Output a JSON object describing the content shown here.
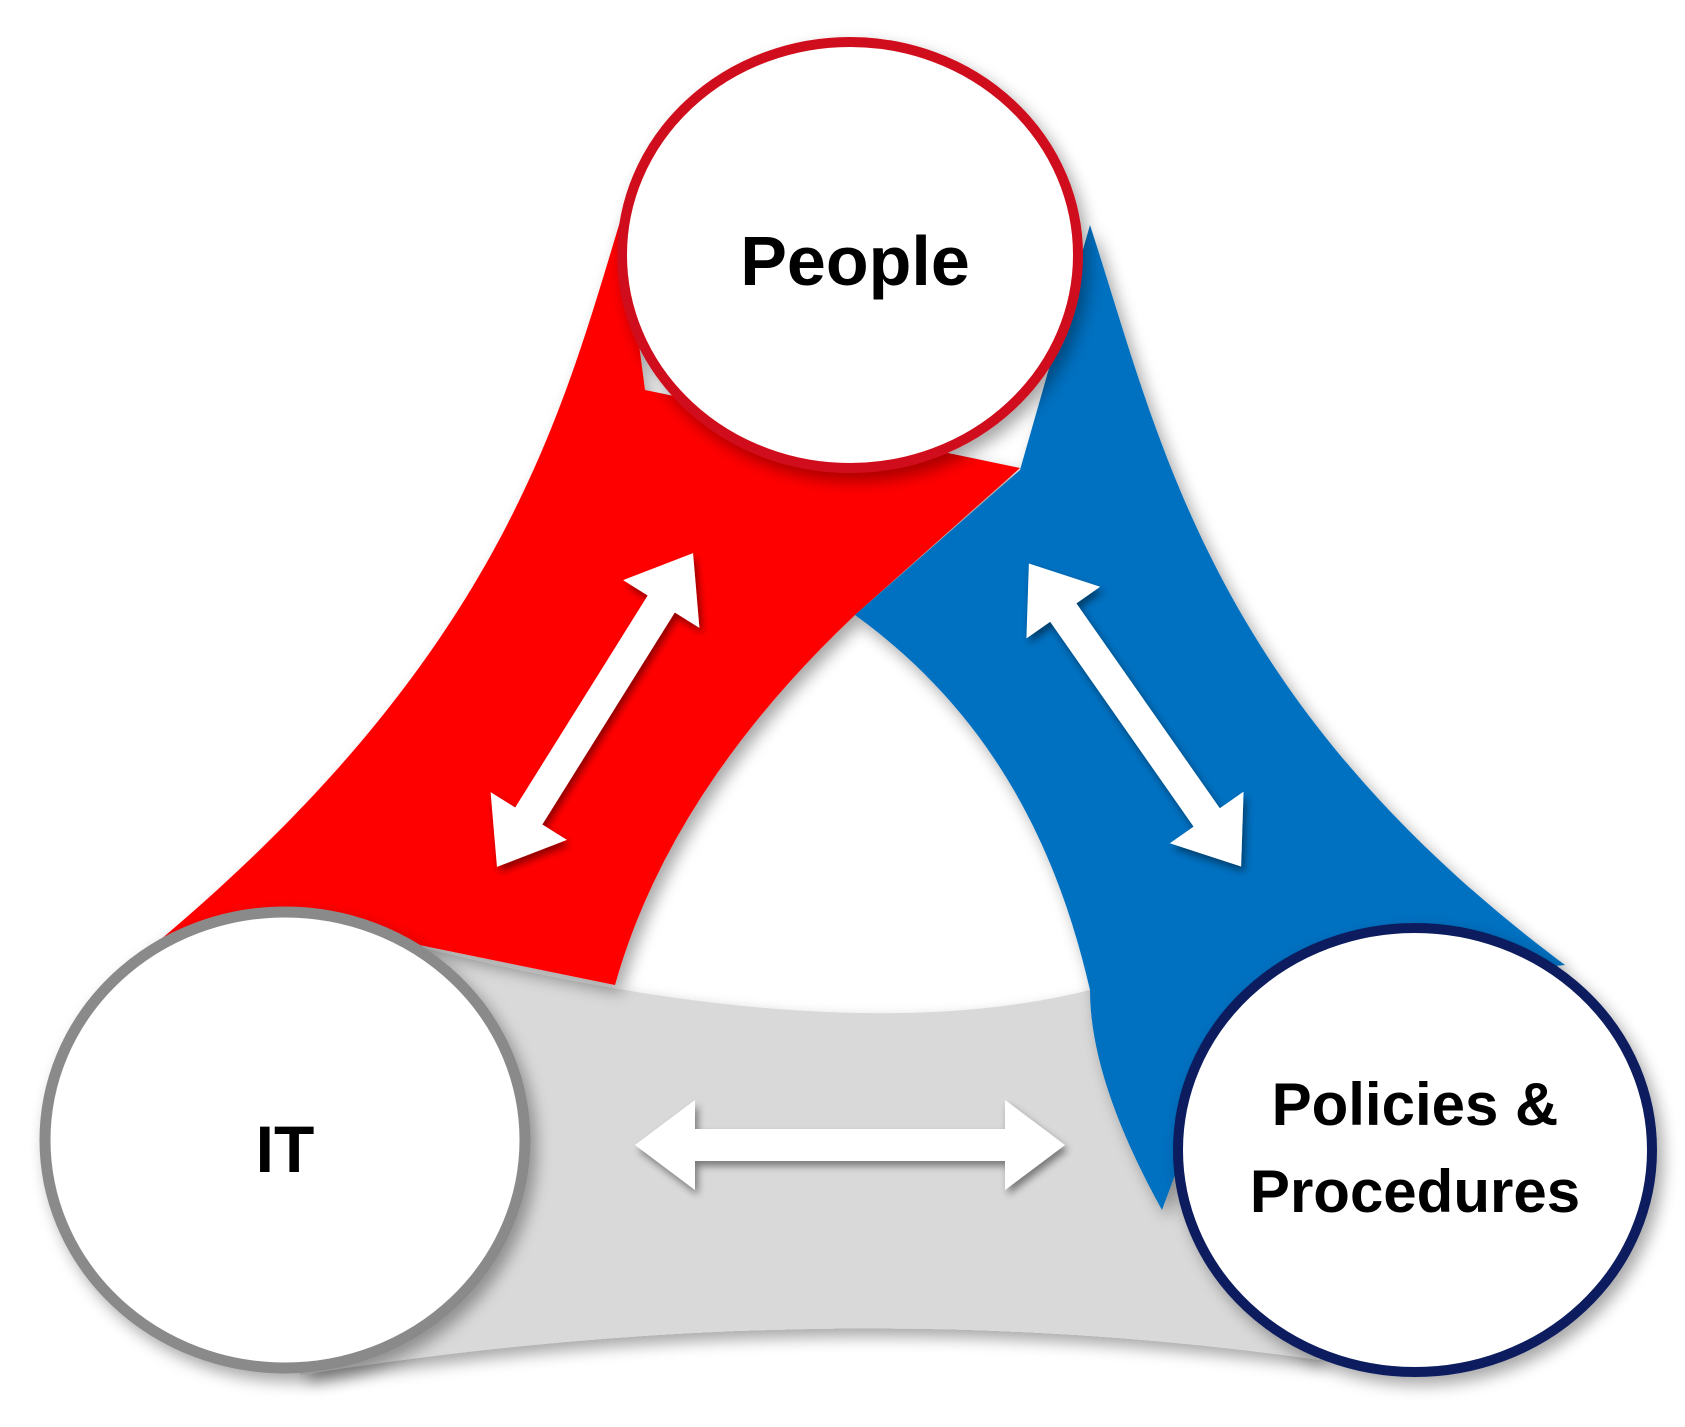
{
  "nodes": {
    "people": {
      "label": "People",
      "border_color": "#d0111b"
    },
    "it": {
      "label": "IT",
      "border_color": "#8a8a8a"
    },
    "policies": {
      "label_line1": "Policies &",
      "label_line2": "Procedures",
      "border_color": "#0b1f5e"
    }
  },
  "bands": {
    "people_it": {
      "color": "#ff0000"
    },
    "people_policies": {
      "color": "#0070c0"
    },
    "it_policies": {
      "color": "#d9d9d9"
    }
  },
  "arrows": {
    "people_it": {
      "type": "bidirectional",
      "color": "#ffffff"
    },
    "people_policies": {
      "type": "bidirectional",
      "color": "#ffffff"
    },
    "it_policies": {
      "type": "bidirectional",
      "color": "#ffffff"
    }
  }
}
